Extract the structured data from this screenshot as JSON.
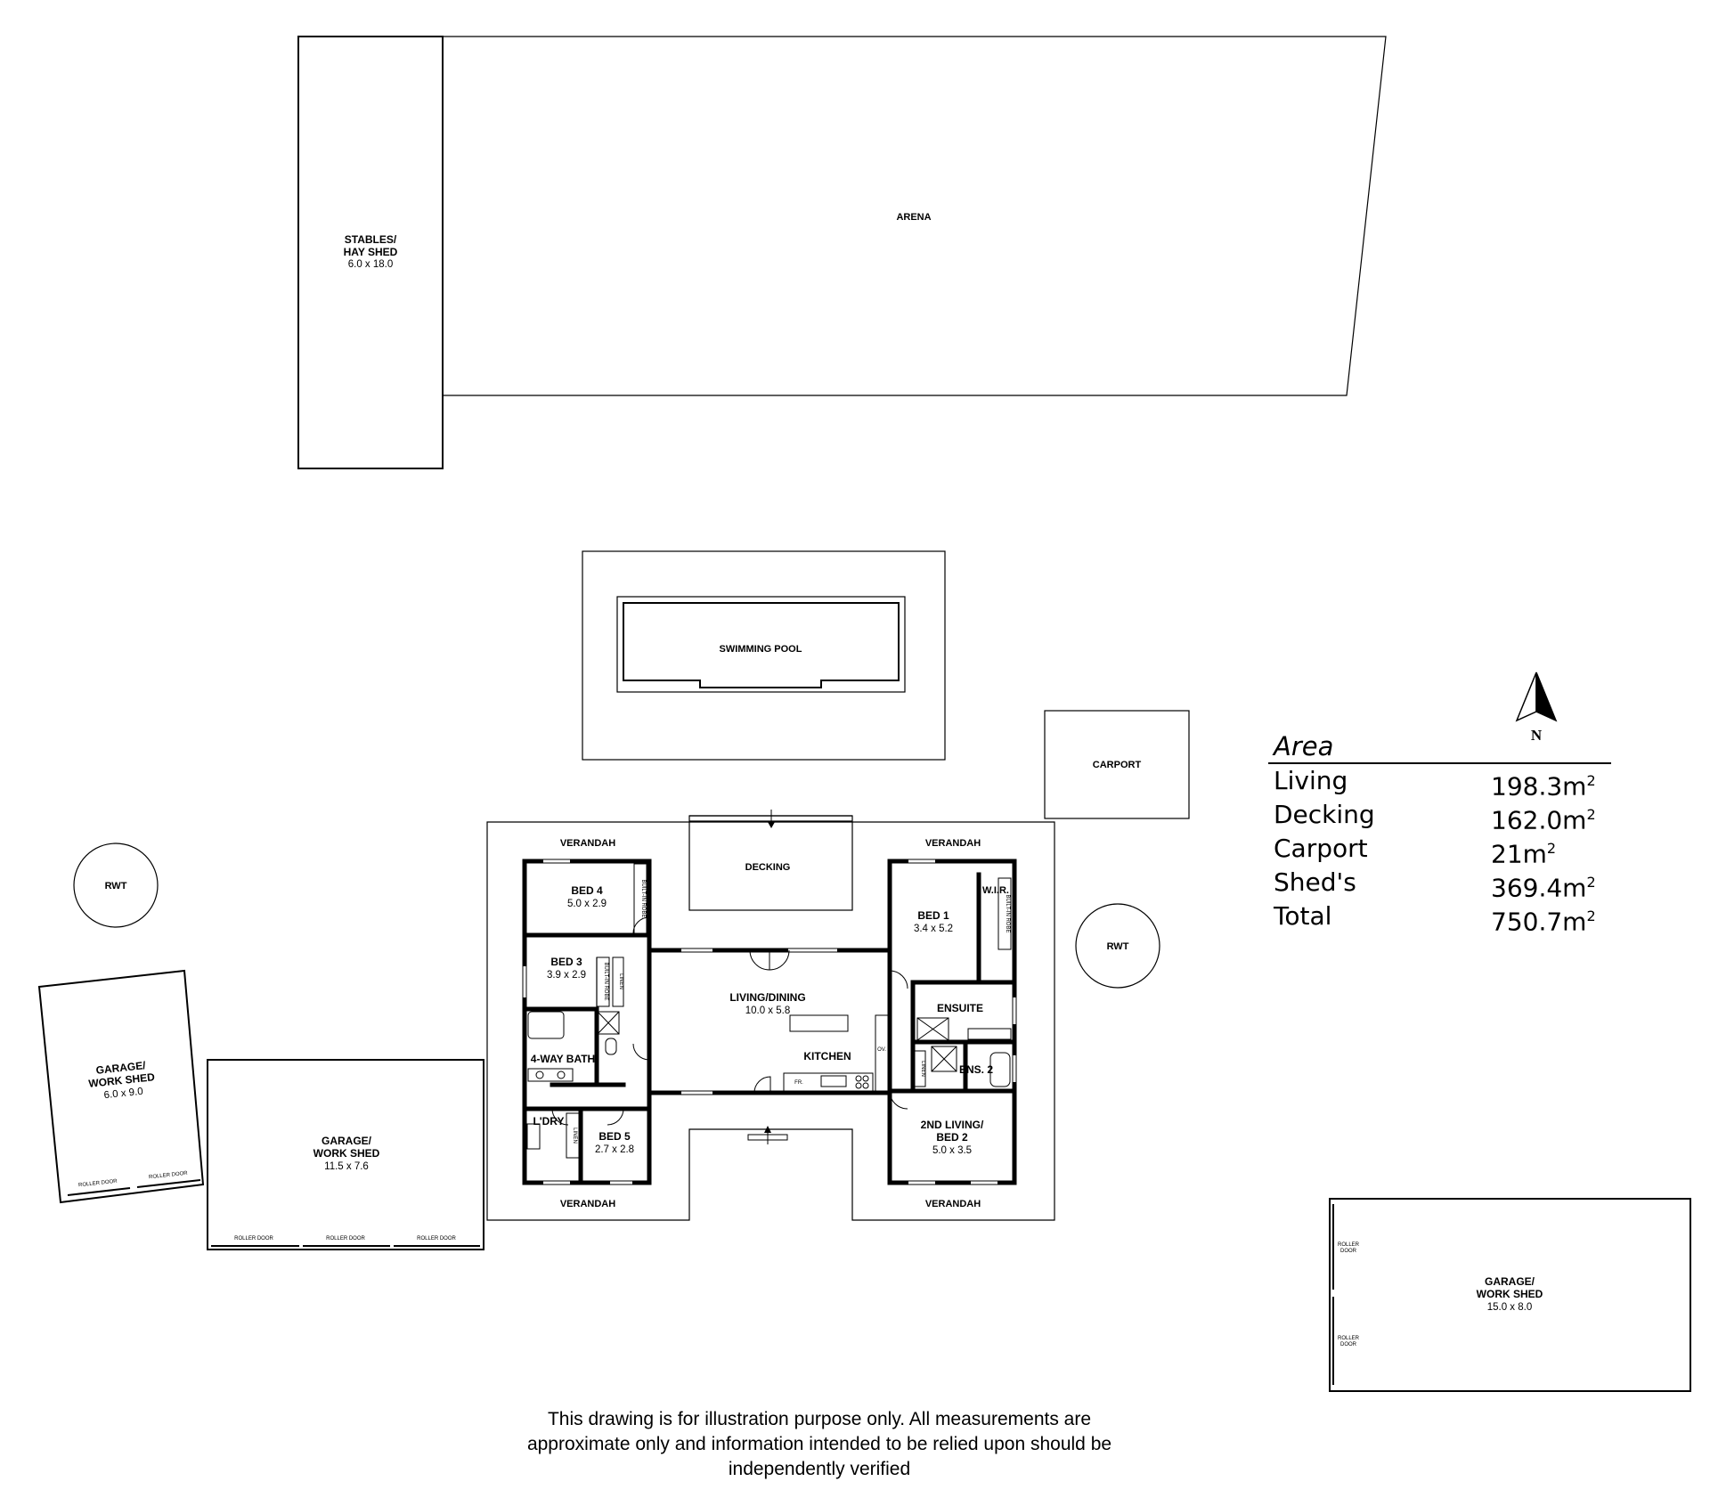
{
  "rooms": {
    "stables": {
      "name": "STABLES/",
      "name2": "HAY SHED",
      "dims": "6.0 x 18.0"
    },
    "arena": {
      "name": "ARENA"
    },
    "pool": {
      "name": "SWIMMING POOL"
    },
    "carport": {
      "name": "CARPORT"
    },
    "rwt_left": {
      "name": "RWT"
    },
    "rwt_right": {
      "name": "RWT"
    },
    "verandah_tl": {
      "name": "VERANDAH"
    },
    "verandah_tr": {
      "name": "VERANDAH"
    },
    "verandah_bl": {
      "name": "VERANDAH"
    },
    "verandah_br": {
      "name": "VERANDAH"
    },
    "decking": {
      "name": "DECKING"
    },
    "bed4": {
      "name": "BED 4",
      "dims": "5.0 x 2.9"
    },
    "bed3": {
      "name": "BED 3",
      "dims": "3.9 x 2.9"
    },
    "bath": {
      "name": "4-WAY BATH"
    },
    "laundry": {
      "name": "L'DRY"
    },
    "bed5": {
      "name": "BED 5",
      "dims": "2.7 x 2.8"
    },
    "living": {
      "name": "LIVING/DINING",
      "dims": "10.0 x 5.8"
    },
    "kitchen": {
      "name": "KITCHEN"
    },
    "bed1": {
      "name": "BED 1",
      "dims": "3.4 x 5.2"
    },
    "wir": {
      "name": "W.I.R."
    },
    "ensuite": {
      "name": "ENSUITE"
    },
    "ens2": {
      "name": "ENS. 2"
    },
    "living2": {
      "name": "2ND LIVING/",
      "name2": "BED 2",
      "dims": "5.0 x 3.5"
    },
    "garage_a": {
      "name": "GARAGE/",
      "name2": "WORK SHED",
      "dims": "6.0 x 9.0"
    },
    "garage_b": {
      "name": "GARAGE/",
      "name2": "WORK SHED",
      "dims": "11.5 x 7.6"
    },
    "garage_c": {
      "name": "GARAGE/",
      "name2": "WORK SHED",
      "dims": "15.0 x 8.0"
    }
  },
  "fixtures": {
    "built_in_robe": "BUILT-IN ROBE",
    "linen": "LINEN",
    "fridge": "FR.",
    "oven": "OV.",
    "roller_door": "ROLLER DOOR",
    "roller": "ROLLER",
    "door": "DOOR"
  },
  "compass": {
    "label": "N"
  },
  "area": {
    "title": "Area",
    "unit_suffix": "2",
    "rows": [
      {
        "name": "Living",
        "value": "198.3m"
      },
      {
        "name": "Decking",
        "value": "162.0m"
      },
      {
        "name": "Carport",
        "value": "21m"
      },
      {
        "name": "Shed's",
        "value": "369.4m"
      },
      {
        "name": "Total",
        "value": "750.7m"
      }
    ]
  },
  "disclaimer": {
    "line1": "This drawing is for illustration purpose only. All measurements are",
    "line2": "approximate only and information intended to be relied upon should be",
    "line3": "independently verified"
  }
}
